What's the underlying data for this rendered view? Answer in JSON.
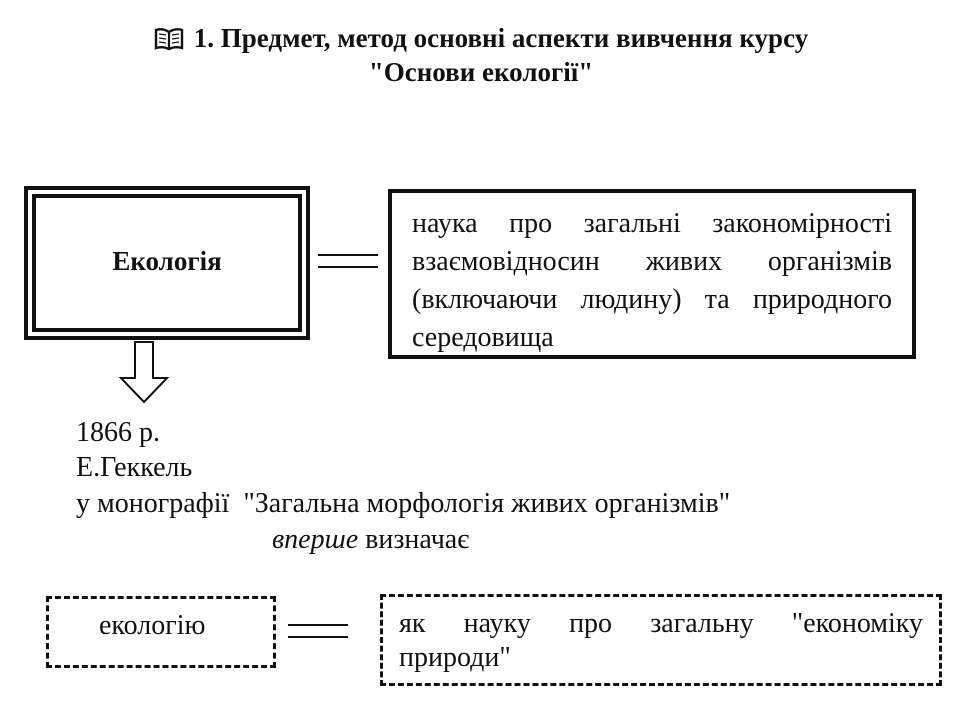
{
  "title": {
    "line1": "1. Предмет, метод основні аспекти вивчення курсу",
    "line2": "\"Основи екології\""
  },
  "icon": "book-icon",
  "diagram": {
    "term_box": "Екологія",
    "definition_lines": [
      "наука про загальні закономірності",
      "взаємовідносин живих організмів",
      "(включаючи людину) та природного",
      "середовища"
    ],
    "history": {
      "year": "1866 р.",
      "author": "Е.Геккель",
      "monograph_line": "у монографії  \"Загальна морфологія живих організмів\"",
      "first_word": "вперше",
      "verb": " визначає"
    },
    "bottom_term": "екологію",
    "bottom_def_lines": [
      "як науку про загальну \"економіку",
      "природи\""
    ]
  }
}
